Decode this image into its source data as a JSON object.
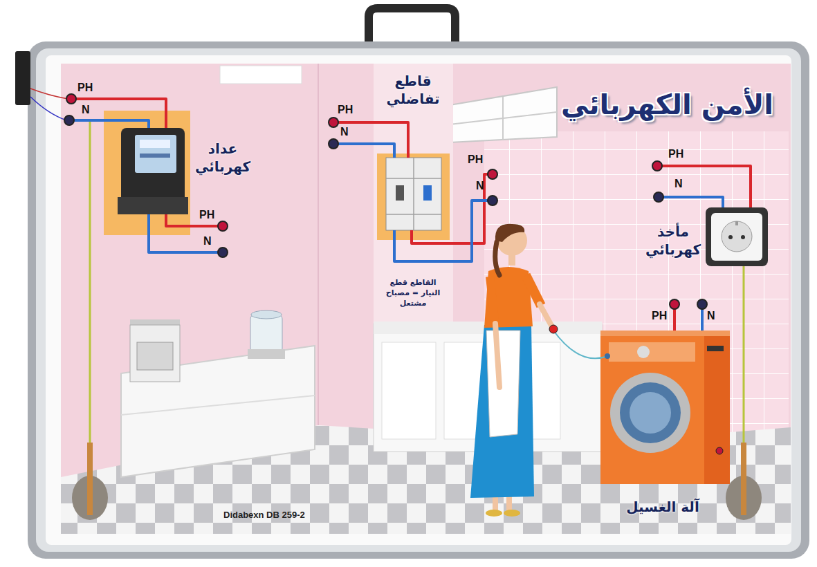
{
  "diagram": {
    "title": "الأمن الكهربائي",
    "nodes": [
      {
        "text": [
          "عداد كهربائي"
        ]
      },
      {
        "text": [
          "قاطع تفاضلي"
        ]
      },
      {
        "text": [
          "مأخذ كهربائي"
        ]
      },
      {
        "text": [
          "آلة الغسيل"
        ]
      }
    ],
    "labels": [
      "PH",
      "N",
      "PH",
      "N",
      "PH",
      "N",
      "PH",
      "N",
      "PH",
      "N",
      "PH",
      "N",
      "القاطع قطع التيار = مصباح مشتعل",
      "Didabexn DB 259-2"
    ]
  }
}
